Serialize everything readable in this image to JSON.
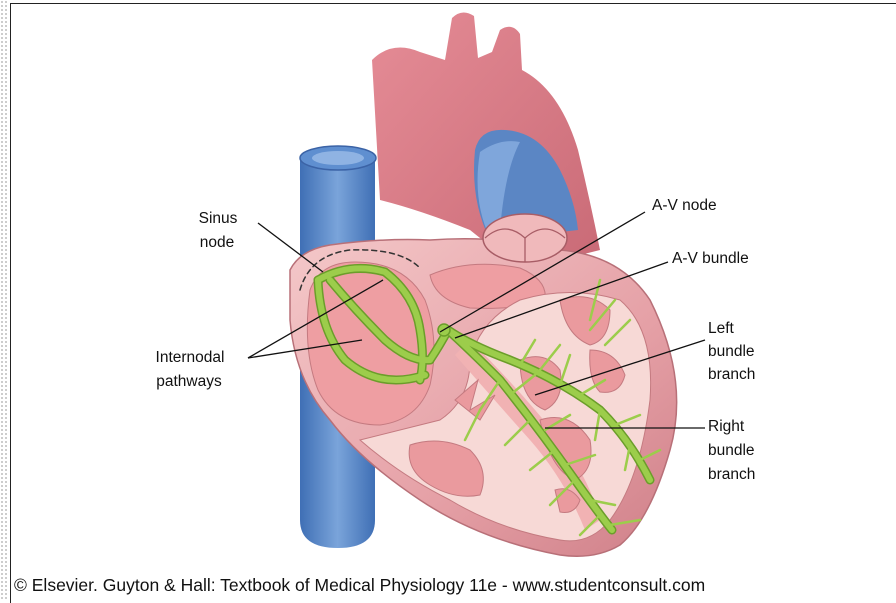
{
  "labels": {
    "sinus_node": [
      "Sinus",
      "node"
    ],
    "internodal_pathways": [
      "Internodal",
      "pathways"
    ],
    "av_node": "A-V node",
    "av_bundle": "A-V bundle",
    "left_bundle_branch": [
      "Left",
      "bundle",
      "branch"
    ],
    "right_bundle_branch": [
      "Right",
      "bundle",
      "branch"
    ]
  },
  "credit": "© Elsevier. Guyton & Hall: Textbook of Medical Physiology 11e - www.studentconsult.com",
  "colors": {
    "conduction": "#9ccd4b",
    "conduction_edge": "#6b9e2a",
    "myocardium": "#eea3a5",
    "outer_heart": "#d98f95",
    "vessel_blue": "#5b86c4",
    "aorta": "#d3747f"
  }
}
